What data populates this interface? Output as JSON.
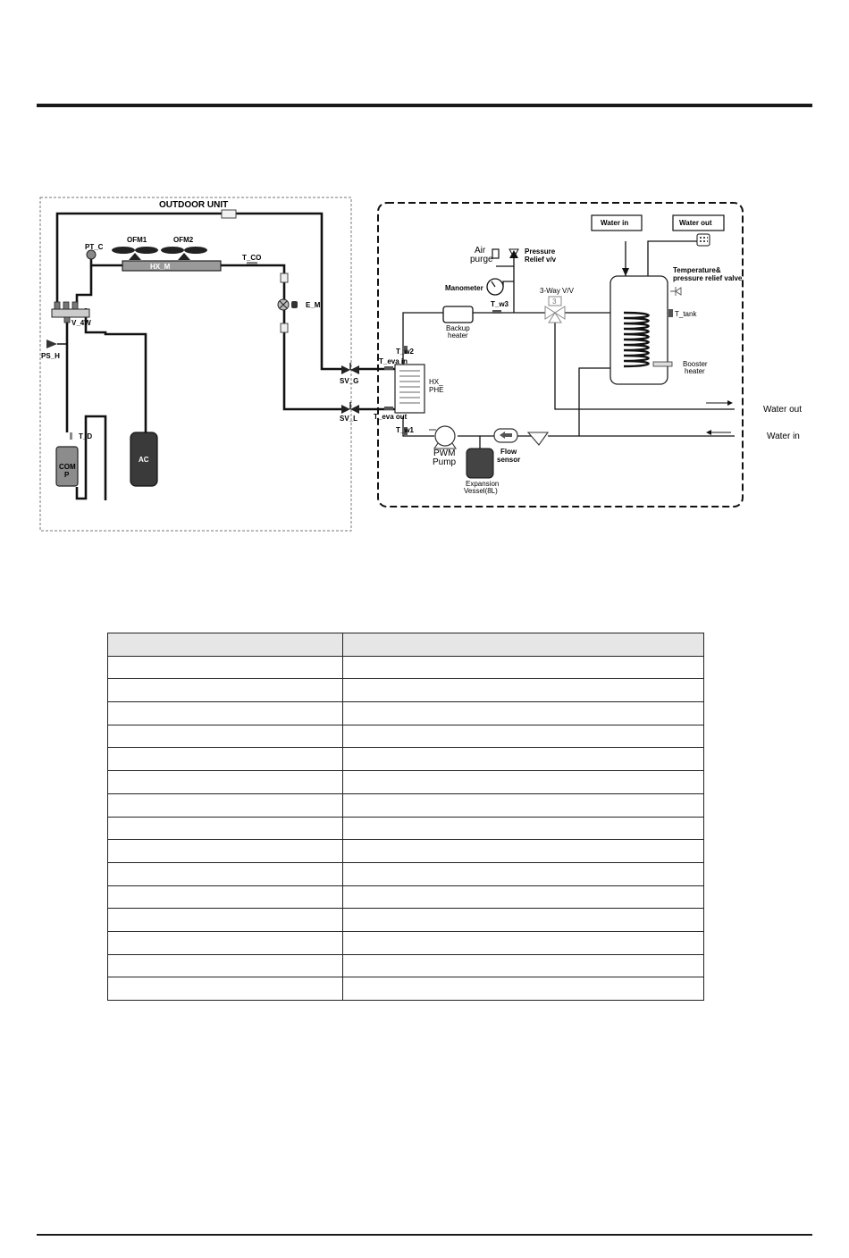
{
  "outdoor_unit": {
    "title": "OUTDOOR UNIT",
    "labels": {
      "pt_c": "PT_C",
      "ofm1": "OFM1",
      "ofm2": "OFM2",
      "hx_m": "HX_M",
      "t_co": "T_CO",
      "e_m": "E_M",
      "v_4w": "V_4W",
      "ps_h": "PS_H",
      "sv_g": "SV_G",
      "sv_l": "SV_L",
      "t_d": "T_D",
      "comp_line1": "COM",
      "comp_line2": "P",
      "ac": "AC"
    }
  },
  "hydro_unit": {
    "labels": {
      "air_purge_line1": "Air",
      "air_purge_line2": "purge",
      "pressure_relief_line1": "Pressure",
      "pressure_relief_line2": "Relief v/v",
      "manometer": "Manometer",
      "t_w3": "T_w3",
      "backup_heater_line1": "Backup",
      "backup_heater_line2": "heater",
      "three_way_valve": "3-Way V/V",
      "three_way_valve_mark": "3",
      "t_w2": "T_w2",
      "t_eva_in": "T_eva in",
      "hx_phe_line1": "HX_",
      "hx_phe_line2": "PHE",
      "t_eva_out": "T_eva out",
      "t_w1": "T_w1",
      "pwm_pump_line1": "PWM",
      "pwm_pump_line2": "Pump",
      "flow_sensor_line1": "Flow",
      "flow_sensor_line2": "sensor",
      "expansion_vessel_line1": "Expansion",
      "expansion_vessel_line2": "Vessel(8L)",
      "water_in_box": "Water in",
      "water_out_box": "Water out",
      "temp_relief_line1": "Temperature&",
      "temp_relief_line2": "pressure relief valve",
      "t_tank": "T_tank",
      "booster_heater_line1": "Booster",
      "booster_heater_line2": "heater",
      "water_out_side": "Water out",
      "water_in_side": "Water in"
    }
  },
  "table": {
    "header": [
      "",
      ""
    ],
    "rows": [
      [
        "",
        ""
      ],
      [
        "",
        ""
      ],
      [
        "",
        ""
      ],
      [
        "",
        ""
      ],
      [
        "",
        ""
      ],
      [
        "",
        ""
      ],
      [
        "",
        ""
      ],
      [
        "",
        ""
      ],
      [
        "",
        ""
      ],
      [
        "",
        ""
      ],
      [
        "",
        ""
      ],
      [
        "",
        ""
      ],
      [
        "",
        ""
      ],
      [
        "",
        ""
      ],
      [
        "",
        ""
      ]
    ]
  }
}
